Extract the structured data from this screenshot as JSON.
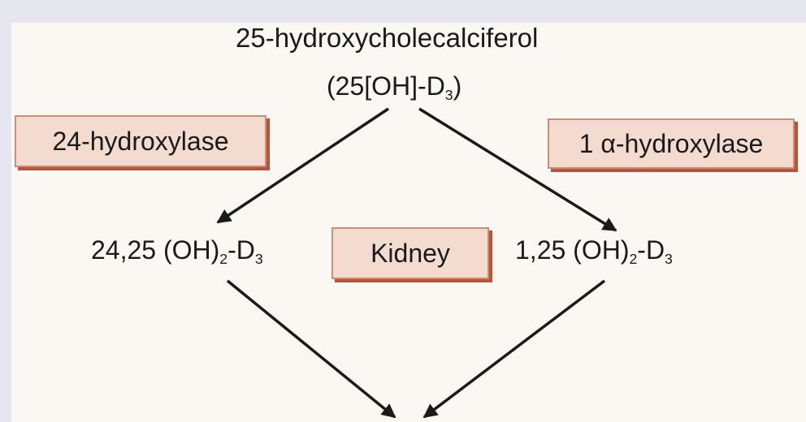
{
  "top": {
    "name": "25-hydroxycholecalciferol",
    "formula_main": "(25[OH]-D",
    "formula_sub": "3",
    "formula_end": ")"
  },
  "enzymes": {
    "left": "24-hydroxylase",
    "right_prefix": "1 ",
    "right_symbol": "α",
    "right_suffix": "-hydroxylase"
  },
  "organ": "Kidney",
  "products": {
    "left": {
      "a": "24,25 (OH)",
      "sub1": "2",
      "b": "-D",
      "sub2": "3"
    },
    "right": {
      "a": "1,25 (OH)",
      "sub1": "2",
      "b": "-D",
      "sub2": "3"
    }
  },
  "colors": {
    "box_fill": "#f3dccf",
    "box_border": "#c98f76",
    "box_shadow": "#b9523a",
    "arrow": "#1a1a1a",
    "background": "#fbf8f4"
  }
}
